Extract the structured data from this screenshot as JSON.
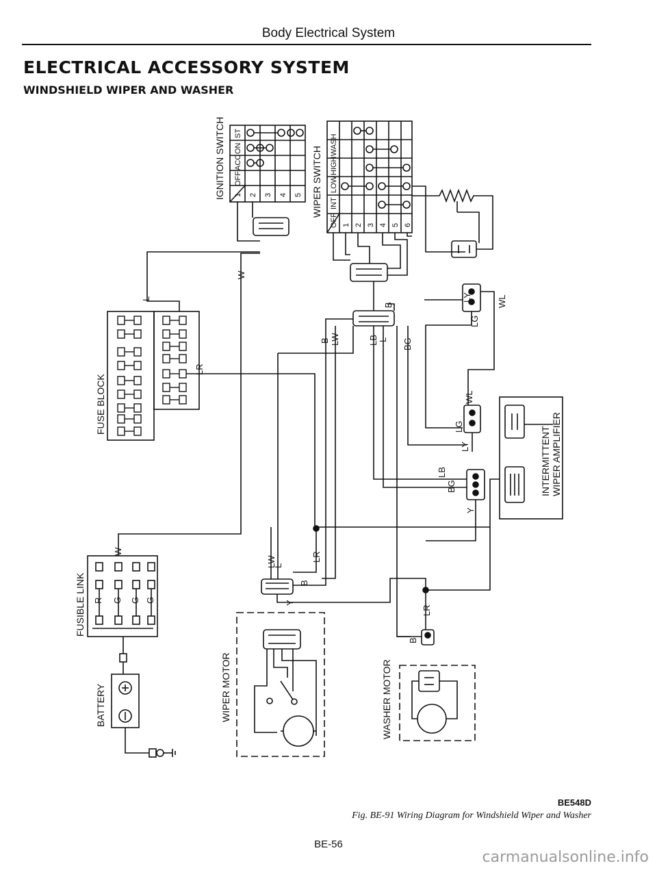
{
  "header": {
    "section": "Body Electrical System"
  },
  "headings": {
    "main": "ELECTRICAL ACCESSORY SYSTEM",
    "sub": "WINDSHIELD WIPER AND WASHER"
  },
  "components": {
    "ignition_switch": "IGNITION SWITCH",
    "wiper_switch": "WIPER SWITCH",
    "fuse_block": "FUSE BLOCK",
    "fusible_link": "FUSIBLE LINK",
    "battery": "BATTERY",
    "wiper_motor": "WIPER MOTOR",
    "washer_motor": "WASHER MOTOR",
    "intermittent_amp_line1": "INTERMITTENT",
    "intermittent_amp_line2": "WIPER AMPLIFIER"
  },
  "ignition_switch_table": {
    "positions": [
      "OFF",
      "ACC",
      "ON",
      "ST"
    ],
    "terminals": [
      "1",
      "2",
      "3",
      "4",
      "5"
    ]
  },
  "wiper_switch_table": {
    "positions": [
      "OFF",
      "INT",
      "LOW",
      "HIGH",
      "WASH"
    ],
    "terminals": [
      "1",
      "2",
      "3",
      "4",
      "5",
      "6"
    ]
  },
  "wire_colors": {
    "l": "L",
    "lr": "LR",
    "w": "W",
    "b": "B",
    "lw": "LW",
    "lb": "LB",
    "bg": "BG",
    "ly": "LY",
    "wl": "WL",
    "lg": "LG",
    "y": "Y",
    "r": "R",
    "g": "G"
  },
  "figure": {
    "code": "BE548D",
    "caption": "Fig. BE-91 Wiring Diagram for Windshield Wiper and Washer"
  },
  "page_number": "BE-56",
  "watermark": "carmanualsonline.info"
}
